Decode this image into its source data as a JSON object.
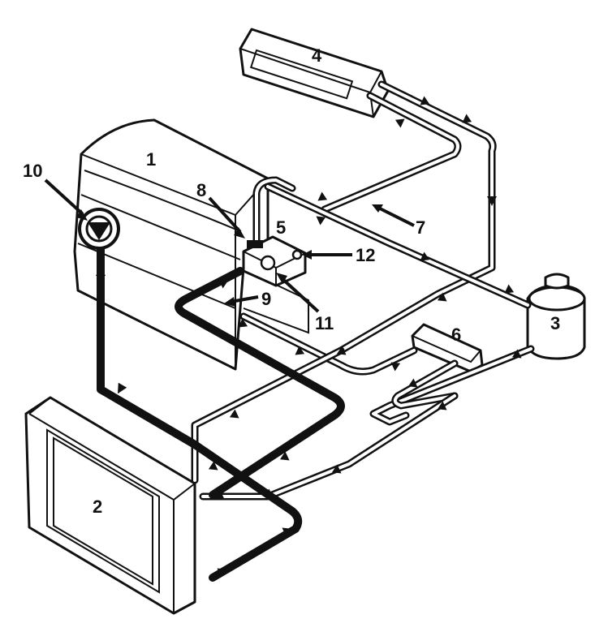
{
  "diagram": {
    "labels": {
      "engine": "1",
      "radiator": "2",
      "expansion_tank": "3",
      "heater_core": "4",
      "thermostat_housing": "5",
      "throttle_body_heater": "6",
      "pointer_7": "7",
      "pointer_8": "8",
      "pointer_9": "9",
      "water_pump": "10",
      "pointer_11": "11",
      "pointer_12": "12"
    },
    "colors": {
      "line": "#111111",
      "background": "#ffffff"
    }
  }
}
